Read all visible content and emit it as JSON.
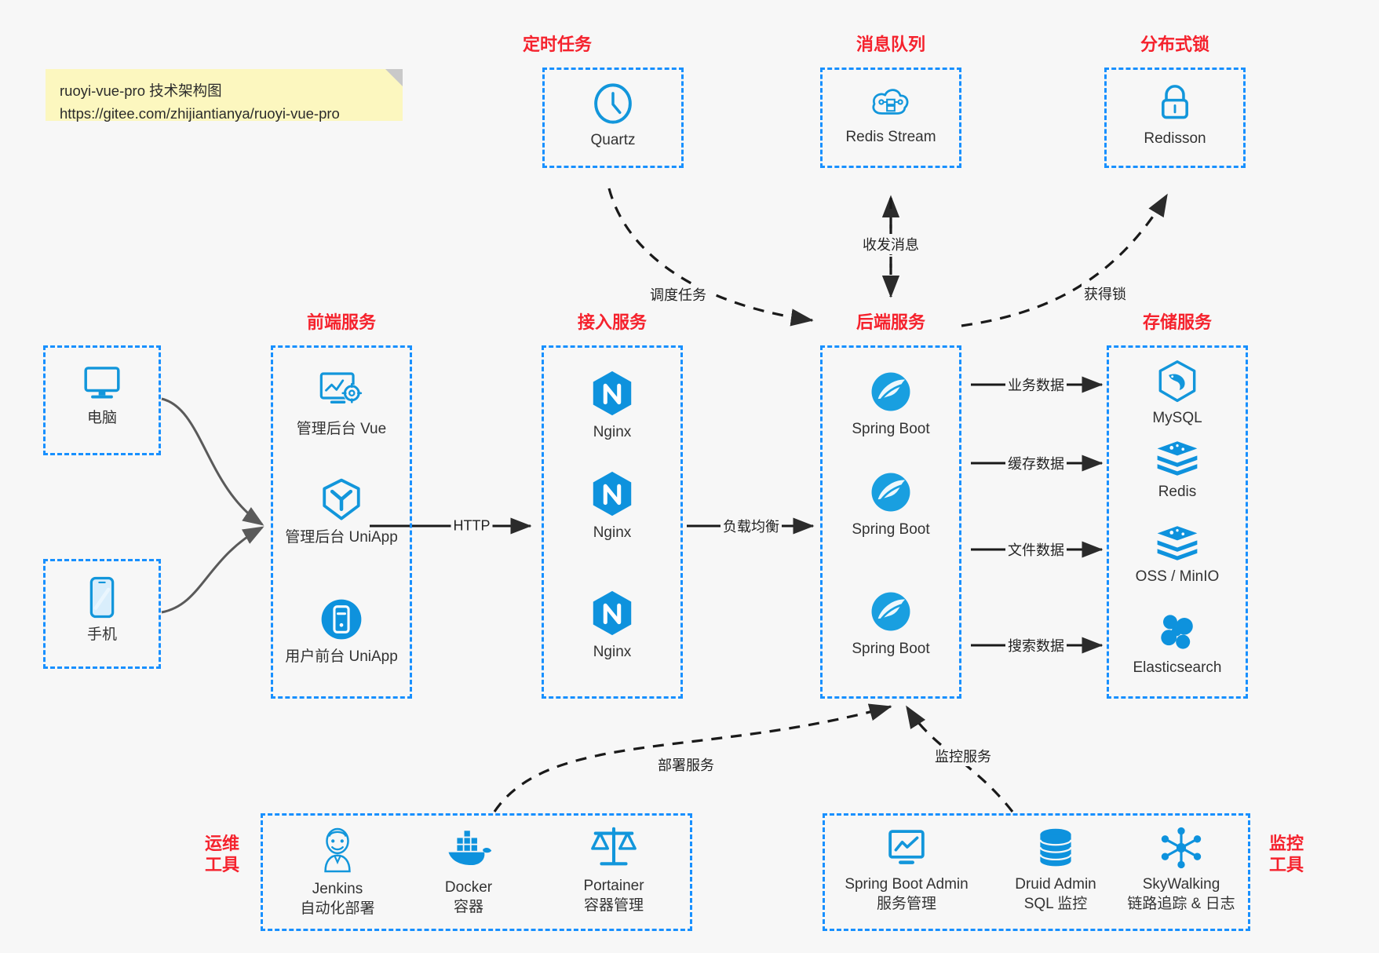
{
  "note": {
    "line1": "ruoyi-vue-pro 技术架构图",
    "line2": "https://gitee.com/zhijiantianya/ruoyi-vue-pro"
  },
  "colors": {
    "box_border": "#1890ff",
    "group_title": "#f5222d",
    "icon_blue": "#1296db",
    "edge": "#3d3d3d",
    "background": "#f7f7f7",
    "note_bg": "#fcf7bf"
  },
  "groups": {
    "scheduler": {
      "title": "定时任务"
    },
    "mq": {
      "title": "消息队列"
    },
    "lock": {
      "title": "分布式锁"
    },
    "frontend": {
      "title": "前端服务"
    },
    "gateway": {
      "title": "接入服务"
    },
    "backend": {
      "title": "后端服务"
    },
    "storage": {
      "title": "存储服务"
    },
    "devops": {
      "title": "运维\n工具"
    },
    "monitor": {
      "title": "监控\n工具"
    }
  },
  "clients": [
    {
      "label": "电脑",
      "icon": "desktop-monitor-icon"
    },
    {
      "label": "手机",
      "icon": "mobile-phone-icon"
    }
  ],
  "scheduler_nodes": [
    {
      "label": "Quartz",
      "icon": "clock-icon"
    }
  ],
  "mq_nodes": [
    {
      "label": "Redis Stream",
      "icon": "cloud-stream-icon"
    }
  ],
  "lock_nodes": [
    {
      "label": "Redisson",
      "icon": "padlock-icon"
    }
  ],
  "frontend_nodes": [
    {
      "label": "管理后台 Vue",
      "icon": "dashboard-gear-icon"
    },
    {
      "label": "管理后台 UniApp",
      "icon": "uniapp-hexagon-icon"
    },
    {
      "label": "用户前台 UniApp",
      "icon": "app-circle-icon"
    }
  ],
  "gateway_nodes": [
    {
      "label": "Nginx",
      "icon": "nginx-icon"
    },
    {
      "label": "Nginx",
      "icon": "nginx-icon"
    },
    {
      "label": "Nginx",
      "icon": "nginx-icon"
    }
  ],
  "backend_nodes": [
    {
      "label": "Spring Boot",
      "icon": "spring-boot-icon"
    },
    {
      "label": "Spring Boot",
      "icon": "spring-boot-icon"
    },
    {
      "label": "Spring Boot",
      "icon": "spring-boot-icon"
    }
  ],
  "storage_nodes": [
    {
      "label": "MySQL",
      "icon": "mysql-dolphin-icon"
    },
    {
      "label": "Redis",
      "icon": "redis-stack-icon"
    },
    {
      "label": "OSS / MinIO",
      "icon": "redis-stack-icon"
    },
    {
      "label": "Elasticsearch",
      "icon": "elasticsearch-icon"
    }
  ],
  "devops_nodes": [
    {
      "label": "Jenkins",
      "sublabel": "自动化部署",
      "icon": "jenkins-butler-icon"
    },
    {
      "label": "Docker",
      "sublabel": "容器",
      "icon": "docker-whale-icon"
    },
    {
      "label": "Portainer",
      "sublabel": "容器管理",
      "icon": "scales-balance-icon"
    }
  ],
  "monitor_nodes": [
    {
      "label": "Spring Boot Admin",
      "sublabel": "服务管理",
      "icon": "monitor-chart-icon"
    },
    {
      "label": "Druid Admin",
      "sublabel": "SQL 监控",
      "icon": "database-cylinder-icon"
    },
    {
      "label": "SkyWalking",
      "sublabel": "链路追踪 & 日志",
      "icon": "network-nodes-icon"
    }
  ],
  "edge_labels": {
    "http": "HTTP",
    "load_balance": "负载均衡",
    "schedule_task": "调度任务",
    "send_receive_msg": "收发消息",
    "acquire_lock": "获得锁",
    "business_data": "业务数据",
    "cache_data": "缓存数据",
    "file_data": "文件数据",
    "search_data": "搜索数据",
    "deploy_service": "部署服务",
    "monitor_service": "监控服务"
  }
}
